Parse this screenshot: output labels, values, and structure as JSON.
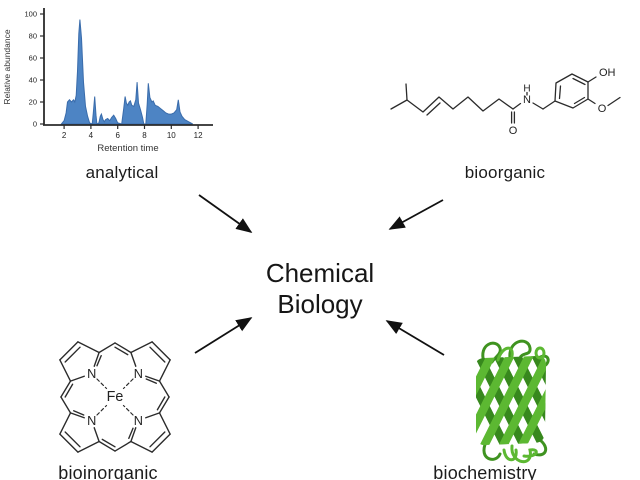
{
  "center": {
    "label": "Chemical Biology"
  },
  "nodes": {
    "analytical": {
      "label": "analytical"
    },
    "bioorganic": {
      "label": "bioorganic"
    },
    "bioinorganic": {
      "label": "bioinorganic"
    },
    "biochemistry": {
      "label": "biochemistry"
    }
  },
  "chart_data": {
    "type": "area",
    "title": "",
    "xlabel": "Retention time",
    "ylabel": "Relative abundance",
    "xlim": [
      0.5,
      13
    ],
    "ylim": [
      0,
      100
    ],
    "x_ticks": [
      2,
      4,
      6,
      8,
      10,
      12
    ],
    "y_ticks": [
      0,
      20,
      40,
      60,
      80,
      100
    ],
    "grid": false,
    "legend": "none",
    "fill_color": "#4d84c4",
    "line_color": "#3a6cab",
    "points": [
      [
        1.8,
        0
      ],
      [
        2.0,
        3
      ],
      [
        2.15,
        10
      ],
      [
        2.25,
        20
      ],
      [
        2.4,
        22
      ],
      [
        2.55,
        20
      ],
      [
        2.7,
        22
      ],
      [
        2.8,
        20
      ],
      [
        2.9,
        26
      ],
      [
        3.0,
        48
      ],
      [
        3.1,
        82
      ],
      [
        3.18,
        95
      ],
      [
        3.3,
        78
      ],
      [
        3.45,
        38
      ],
      [
        3.6,
        16
      ],
      [
        3.75,
        7
      ],
      [
        3.9,
        1
      ],
      [
        4.1,
        0
      ],
      [
        4.18,
        10
      ],
      [
        4.28,
        25
      ],
      [
        4.38,
        8
      ],
      [
        4.45,
        0
      ],
      [
        4.6,
        1
      ],
      [
        4.7,
        7
      ],
      [
        4.78,
        9
      ],
      [
        4.9,
        4
      ],
      [
        5.0,
        2
      ],
      [
        5.1,
        4
      ],
      [
        5.25,
        5
      ],
      [
        5.4,
        3
      ],
      [
        5.55,
        6
      ],
      [
        5.7,
        8
      ],
      [
        5.85,
        5
      ],
      [
        6.0,
        1
      ],
      [
        6.3,
        0
      ],
      [
        6.45,
        14
      ],
      [
        6.55,
        25
      ],
      [
        6.65,
        19
      ],
      [
        6.75,
        17
      ],
      [
        6.85,
        20
      ],
      [
        6.95,
        21
      ],
      [
        7.05,
        17
      ],
      [
        7.2,
        16
      ],
      [
        7.35,
        22
      ],
      [
        7.45,
        38
      ],
      [
        7.55,
        19
      ],
      [
        7.7,
        13
      ],
      [
        7.85,
        6
      ],
      [
        7.95,
        0
      ],
      [
        8.1,
        0
      ],
      [
        8.2,
        18
      ],
      [
        8.28,
        37
      ],
      [
        8.4,
        24
      ],
      [
        8.55,
        20
      ],
      [
        8.65,
        21
      ],
      [
        8.8,
        17
      ],
      [
        9.0,
        16
      ],
      [
        9.2,
        14
      ],
      [
        9.4,
        12
      ],
      [
        9.6,
        10
      ],
      [
        9.8,
        9
      ],
      [
        10.0,
        9
      ],
      [
        10.2,
        10
      ],
      [
        10.4,
        13
      ],
      [
        10.52,
        22
      ],
      [
        10.65,
        11
      ],
      [
        10.8,
        7
      ],
      [
        11.0,
        4
      ],
      [
        11.3,
        2
      ],
      [
        11.6,
        0
      ]
    ]
  },
  "molecules": {
    "capsaicin": {
      "amide_h": "H",
      "amide_n": "N",
      "carbonyl_o": "O",
      "phenol_oh": "OH",
      "methoxy_o": "O"
    },
    "porphyrin": {
      "metal": "Fe",
      "nitrogen": "N"
    }
  },
  "colors": {
    "arrow": "#111111",
    "text": "#1c1c1c",
    "molecule_stroke": "#2b2b2b",
    "chart_fill": "#4d84c4",
    "chart_line": "#3a6cab",
    "gfp_light_green": "#5cb832",
    "gfp_mid_green": "#3f9320",
    "gfp_dark_green": "#37881d"
  }
}
